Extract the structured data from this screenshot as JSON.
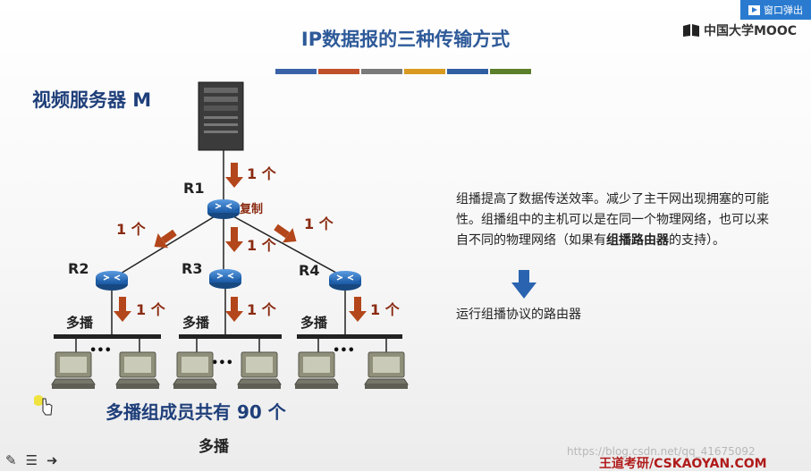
{
  "title": "IP数据报的三种传输方式",
  "title_bar_colors": [
    "#3a62a7",
    "#c0502a",
    "#7a7a7a",
    "#d99a1f",
    "#2f5fa0",
    "#5b7f2a"
  ],
  "popout_label": "窗口弹出",
  "mooc_label": "中国大学MOOC",
  "server_label": "视频服务器 M",
  "router_labels": {
    "r1": "R1",
    "r2": "R2",
    "r3": "R3",
    "r4": "R4"
  },
  "arrow_count_label": "1 个",
  "copy_label": "复制",
  "multicast_label": "多播",
  "ellipsis": "•••",
  "members_text": "多播组成员共有 90 个",
  "caption": "多播",
  "description": {
    "part1": "组播提高了数据传送效率。减少了主干网出现拥塞的可能性。组播组中的主机可以是在同一个物理网络，也可以来自不同的物理网络（如果有",
    "bold": "组播路由器",
    "part2": "的支持）。"
  },
  "note": "运行组播协议的路由器",
  "watermark": {
    "url": "https://blog.csdn.net/qq_41675092",
    "brand": "王道考研/CSKAOYAN.COM"
  },
  "colors": {
    "arrow": "#b3461a",
    "router": "#2e6fb7",
    "heading": "#1f3f7a",
    "down_arrow": "#2a64b0"
  }
}
